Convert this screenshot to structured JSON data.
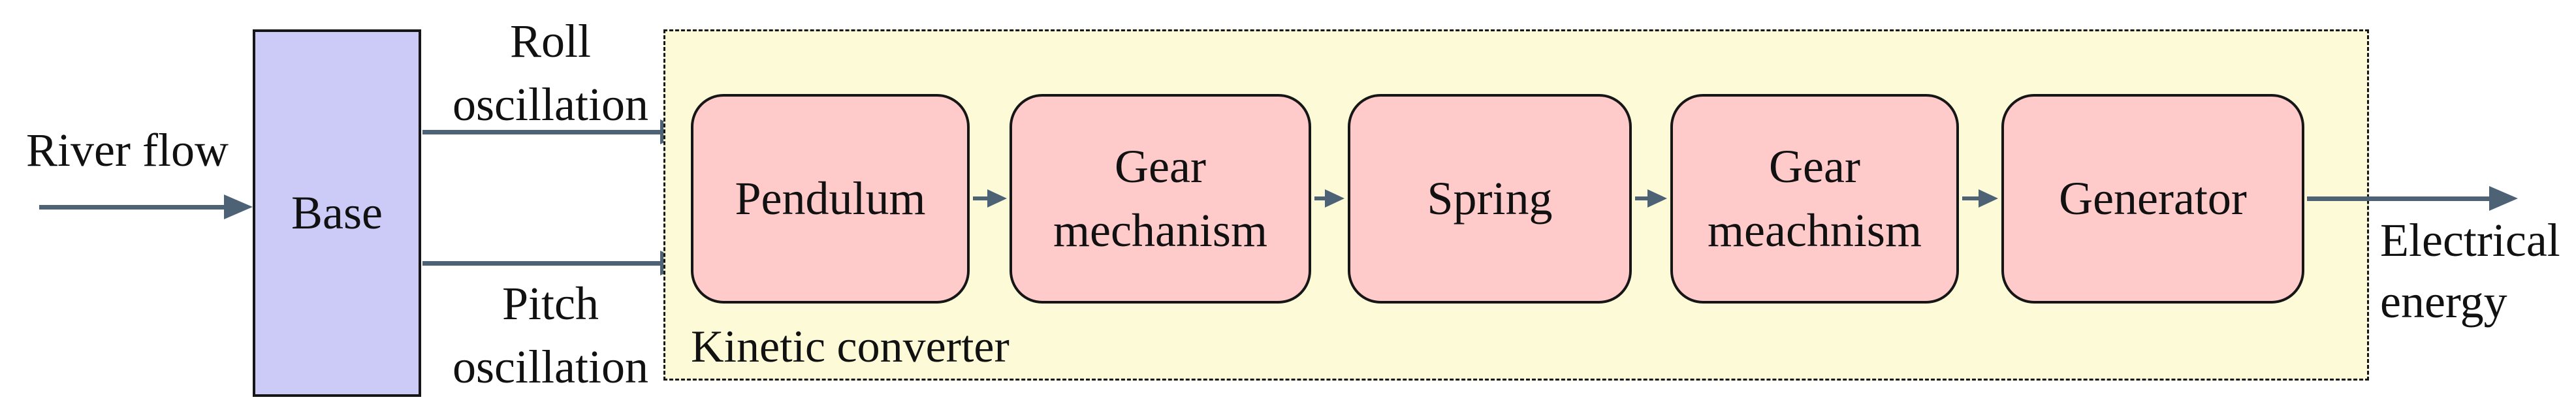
{
  "colors": {
    "arrow": "#4d6375",
    "base_fill": "#cccbf8",
    "stage_fill": "#fecaca",
    "converter_fill": "#fdfad8",
    "border": "#161616",
    "text": "#111111"
  },
  "diagram": {
    "river_flow": {
      "label": "River flow"
    },
    "base": {
      "label": "Base"
    },
    "roll_oscillation": {
      "line1": "Roll",
      "line2": "oscillation"
    },
    "pitch_oscillation": {
      "line1": "Pitch",
      "line2": "oscillation"
    },
    "kinetic_converter": {
      "label": "Kinetic converter",
      "stages": [
        {
          "line1": "Pendulum",
          "line2": ""
        },
        {
          "line1": "Gear",
          "line2": "mechanism"
        },
        {
          "line1": "Spring",
          "line2": ""
        },
        {
          "line1": "Gear",
          "line2": "meachnism"
        },
        {
          "line1": "Generator",
          "line2": ""
        }
      ]
    },
    "output": {
      "line1": "Electrical",
      "line2": "energy"
    }
  }
}
